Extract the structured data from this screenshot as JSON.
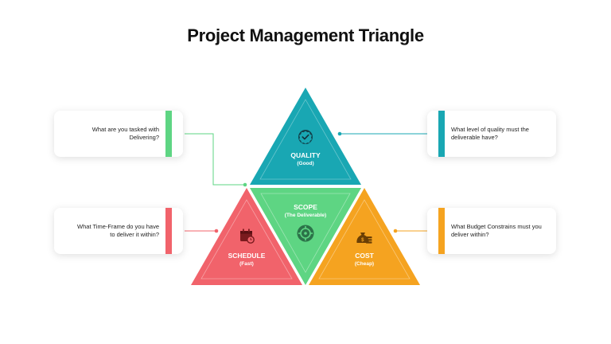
{
  "title": "Project Management Triangle",
  "triangles": {
    "quality": {
      "name": "QUALITY",
      "sub": "(Good)",
      "color": "#19a7b3",
      "icon": "quality-badge-icon"
    },
    "scope": {
      "name": "SCOPE",
      "sub": "(The Deliverable)",
      "color": "#5ed583",
      "icon": "target-icon"
    },
    "schedule": {
      "name": "SCHEDULE",
      "sub": "(Fast)",
      "color": "#f1636b",
      "icon": "calendar-clock-icon"
    },
    "cost": {
      "name": "COST",
      "sub": "(Cheap)",
      "color": "#f5a320",
      "icon": "money-bag-icon"
    }
  },
  "cards": {
    "scope_q": {
      "text": "What are you tasked with Delivering?",
      "accent": "#5ed583"
    },
    "quality_q": {
      "text": "What level of quality must the deliverable have?",
      "accent": "#19a7b3"
    },
    "schedule_q": {
      "text": "What Time-Frame do you have to deliver it within?",
      "accent": "#f1636b"
    },
    "cost_q": {
      "text": "What Budget Constrains must you deliver within?",
      "accent": "#f5a320"
    }
  }
}
